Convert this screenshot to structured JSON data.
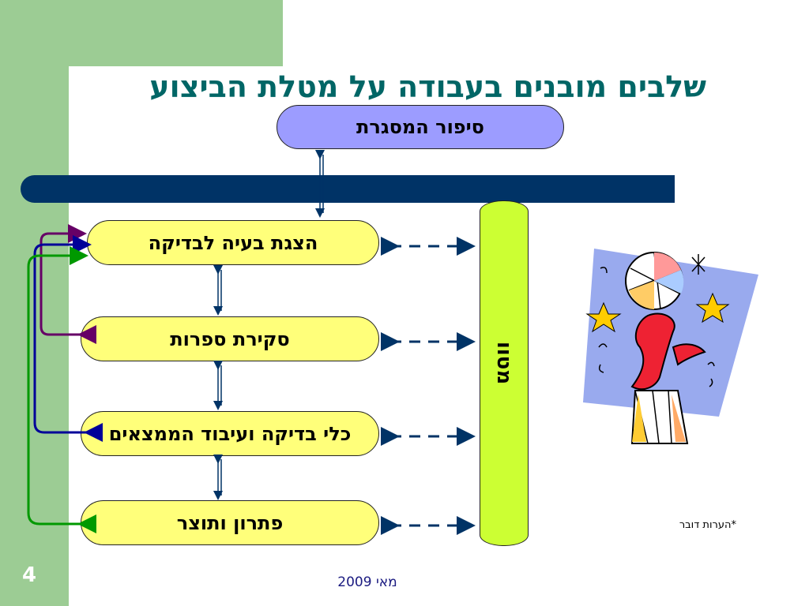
{
  "title": "שלבים מובנים בעבודה על מטלת הביצוע",
  "framing_story": "סיפור המסגרת",
  "stages": [
    "הצגת בעיה לבדיקה",
    "סקירת ספרות",
    "כלי בדיקה ועיבוד הממצאים",
    "פתרון ותוצר"
  ],
  "side_label": "מטוו",
  "speaker_notes": "*הערות דובר",
  "footer_date": "מאי 2009",
  "slide_number": "4",
  "colors": {
    "title": "#006666",
    "bar": "#003366",
    "stage_fill": "#ffff7a",
    "framing_fill": "#9c9cff",
    "side_fill": "#ccff33",
    "background_band": "#9ccc94"
  },
  "clipart": "circus-seal-with-ball-icon"
}
